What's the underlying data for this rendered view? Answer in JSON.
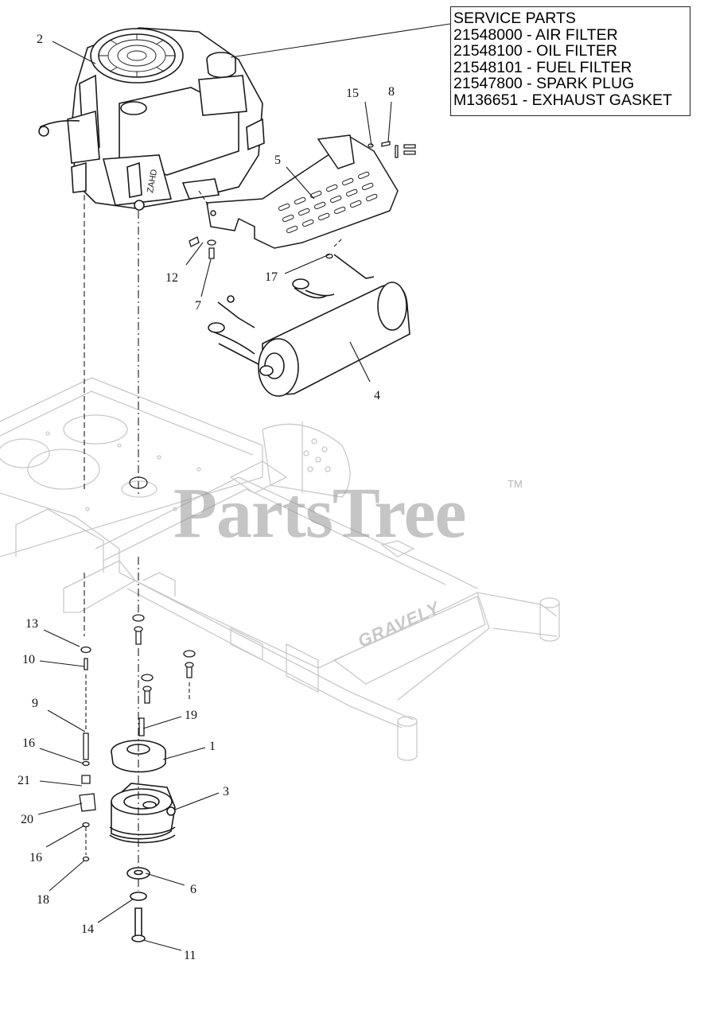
{
  "service_parts": {
    "title": "SERVICE PARTS",
    "lines": [
      "21548000 - AIR FILTER",
      "21548100 - OIL FILTER",
      "21548101 - FUEL FILTER",
      "21547800 - SPARK PLUG",
      "M136651  - EXHAUST GASKET"
    ]
  },
  "watermark": {
    "text": "PartsTree",
    "tm": "TM"
  },
  "frame_brand": "GRAVELY",
  "engine_label": "ZAHD",
  "callouts": {
    "c1": "1",
    "c2": "2",
    "c3": "3",
    "c4": "4",
    "c5": "5",
    "c6": "6",
    "c7": "7",
    "c8": "8",
    "c9": "9",
    "c10": "10",
    "c11": "11",
    "c12": "12",
    "c13": "13",
    "c14": "14",
    "c15": "15",
    "c16a": "16",
    "c16b": "16",
    "c17": "17",
    "c18": "18",
    "c19": "19",
    "c20": "20",
    "c21": "21"
  },
  "colors": {
    "line": "#1a1a1a",
    "frame": "#c9c9c9",
    "watermark": "#969696"
  }
}
